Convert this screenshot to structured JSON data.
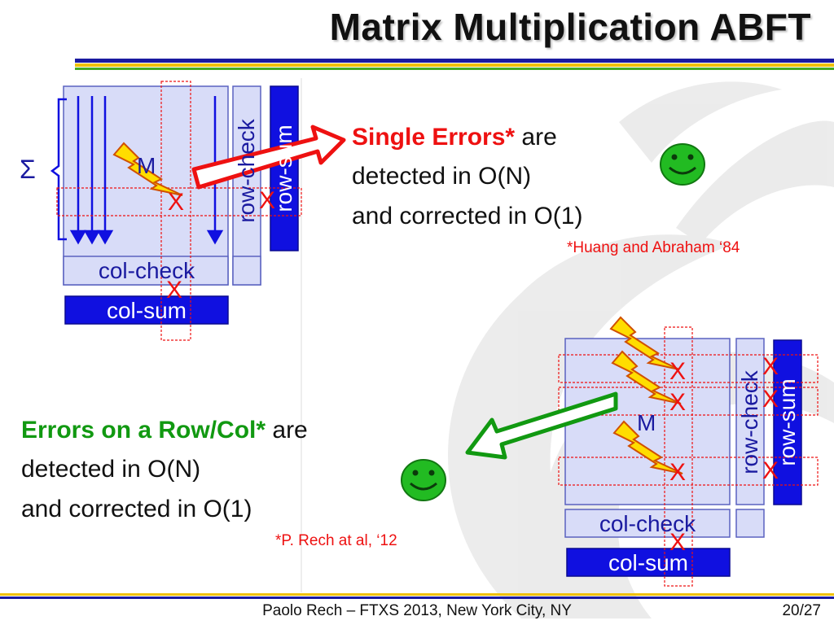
{
  "slide": {
    "title": "Matrix Multiplication ABFT",
    "page_number": "20/27",
    "footer": "Paolo Rech – FTXS 2013, New York City, NY"
  },
  "top_diagram": {
    "matrix_label": "M",
    "row_check": "row-check",
    "row_sum": "row-sum",
    "col_check": "col-check",
    "col_sum": "col-sum",
    "sigma": "Σ",
    "error_mark": "X"
  },
  "bottom_diagram": {
    "matrix_label": "M",
    "row_check": "row-check",
    "row_sum": "row-sum",
    "col_check": "col-check",
    "col_sum": "col-sum",
    "error_mark": "X"
  },
  "single_errors": {
    "lead": "Single Errors*",
    "rest": " are",
    "line2": "detected in O(N)",
    "line3": "and corrected in O(1)",
    "reference": "*Huang and Abraham ‘84"
  },
  "row_col_errors": {
    "lead": "Errors on a Row/Col*",
    "rest": " are",
    "line2": "detected in O(N)",
    "line3": "and corrected in O(1)",
    "reference": "*P. Rech at al, ‘12"
  },
  "colors": {
    "accent_red": "#ee1111",
    "accent_green": "#119911",
    "matrix_fill": "#d8dcf8",
    "sum_fill": "#1010e0",
    "smiley": "#22bb22"
  }
}
